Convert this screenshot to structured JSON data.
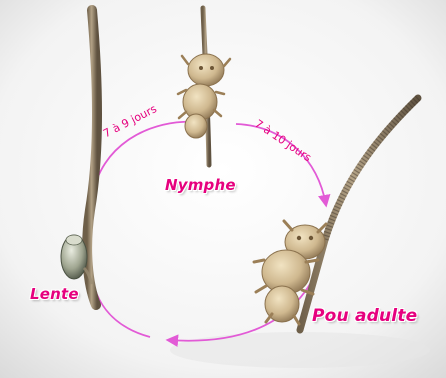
{
  "stages": {
    "nymph": "Nymphe",
    "egg": "Lente",
    "adult": "Pou adulte"
  },
  "durations": {
    "egg_to_nymph": "7 à 9 jours",
    "nymph_to_adult": "7 à 10 jours"
  },
  "colors": {
    "accent": "#e6007e",
    "cycle_line": "#e25ad6",
    "hair": "#8f7d63",
    "louse": "#cfb88f"
  }
}
